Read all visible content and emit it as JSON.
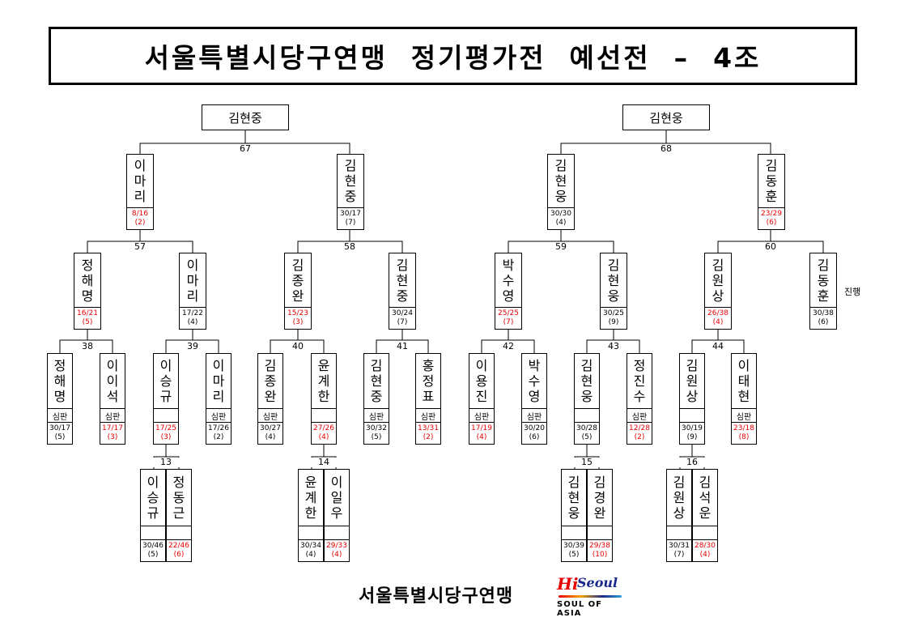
{
  "title": "서울특별시당구연맹  정기평가전  예선전  –  4조",
  "footer": {
    "org": "서울특별시당구연맹",
    "logo_hi": "Hi",
    "logo_seoul": "Seoul",
    "logo_sub": "SOUL OF ASIA",
    "logo_colors": [
      "#e60000",
      "#f7a400",
      "#1a2a8c",
      "#2aa1dd"
    ]
  },
  "winners": [
    "김현중",
    "김현웅"
  ],
  "matches": [
    "67",
    "68",
    "57",
    "58",
    "59",
    "60",
    "38",
    "39",
    "40",
    "41",
    "42",
    "43",
    "44",
    "13",
    "14",
    "15",
    "16"
  ],
  "note": "진행",
  "players": [
    {
      "name": "이마리",
      "role": "",
      "score": "8/16",
      "rank": "(2)",
      "red": true
    },
    {
      "name": "김현중",
      "role": "",
      "score": "30/17",
      "rank": "(7)",
      "red": false
    },
    {
      "name": "김현웅",
      "role": "",
      "score": "30/30",
      "rank": "(4)",
      "red": false
    },
    {
      "name": "김동훈",
      "role": "",
      "score": "23/29",
      "rank": "(6)",
      "red": true
    },
    {
      "name": "정해명",
      "role": "",
      "score": "16/21",
      "rank": "(5)",
      "red": true
    },
    {
      "name": "이마리",
      "role": "",
      "score": "17/22",
      "rank": "(4)",
      "red": false
    },
    {
      "name": "김종완",
      "role": "",
      "score": "15/23",
      "rank": "(3)",
      "red": true
    },
    {
      "name": "김현중",
      "role": "",
      "score": "30/24",
      "rank": "(7)",
      "red": false
    },
    {
      "name": "박수영",
      "role": "",
      "score": "25/25",
      "rank": "(7)",
      "red": true
    },
    {
      "name": "김현웅",
      "role": "",
      "score": "30/25",
      "rank": "(9)",
      "red": false
    },
    {
      "name": "김원상",
      "role": "",
      "score": "26/38",
      "rank": "(4)",
      "red": true
    },
    {
      "name": "김동훈",
      "role": "",
      "score": "30/38",
      "rank": "(6)",
      "red": false
    },
    {
      "name": "정해명",
      "role": "심판",
      "score": "30/17",
      "rank": "(5)",
      "red": false
    },
    {
      "name": "이이석",
      "role": "심판",
      "score": "17/17",
      "rank": "(3)",
      "red": true
    },
    {
      "name": "이승규",
      "role": "",
      "score": "17/25",
      "rank": "(3)",
      "red": true
    },
    {
      "name": "이마리",
      "role": "심판",
      "score": "17/26",
      "rank": "(2)",
      "red": false
    },
    {
      "name": "김종완",
      "role": "심판",
      "score": "30/27",
      "rank": "(4)",
      "red": false
    },
    {
      "name": "윤계한",
      "role": "",
      "score": "27/26",
      "rank": "(4)",
      "red": true
    },
    {
      "name": "김현중",
      "role": "심판",
      "score": "30/32",
      "rank": "(5)",
      "red": false
    },
    {
      "name": "홍정표",
      "role": "심판",
      "score": "13/31",
      "rank": "(2)",
      "red": true
    },
    {
      "name": "이용진",
      "role": "심판",
      "score": "17/19",
      "rank": "(4)",
      "red": true
    },
    {
      "name": "박수영",
      "role": "심판",
      "score": "30/20",
      "rank": "(6)",
      "red": false
    },
    {
      "name": "김현웅",
      "role": "",
      "score": "30/28",
      "rank": "(5)",
      "red": false
    },
    {
      "name": "정진수",
      "role": "심판",
      "score": "12/28",
      "rank": "(2)",
      "red": true
    },
    {
      "name": "김원상",
      "role": "",
      "score": "30/19",
      "rank": "(9)",
      "red": false
    },
    {
      "name": "이태현",
      "role": "심판",
      "score": "23/18",
      "rank": "(8)",
      "red": true
    },
    {
      "name": "이승규",
      "role": "",
      "score": "30/46",
      "rank": "(5)",
      "red": false
    },
    {
      "name": "정동근",
      "role": "",
      "score": "22/46",
      "rank": "(6)",
      "red": true
    },
    {
      "name": "윤계한",
      "role": "",
      "score": "30/34",
      "rank": "(4)",
      "red": false
    },
    {
      "name": "이일우",
      "role": "",
      "score": "29/33",
      "rank": "(4)",
      "red": true
    },
    {
      "name": "김현웅",
      "role": "",
      "score": "30/39",
      "rank": "(5)",
      "red": false
    },
    {
      "name": "김경완",
      "role": "",
      "score": "29/38",
      "rank": "(10)",
      "red": true
    },
    {
      "name": "김원상",
      "role": "",
      "score": "30/31",
      "rank": "(7)",
      "red": false
    },
    {
      "name": "김석운",
      "role": "",
      "score": "28/30",
      "rank": "(4)",
      "red": true
    }
  ]
}
